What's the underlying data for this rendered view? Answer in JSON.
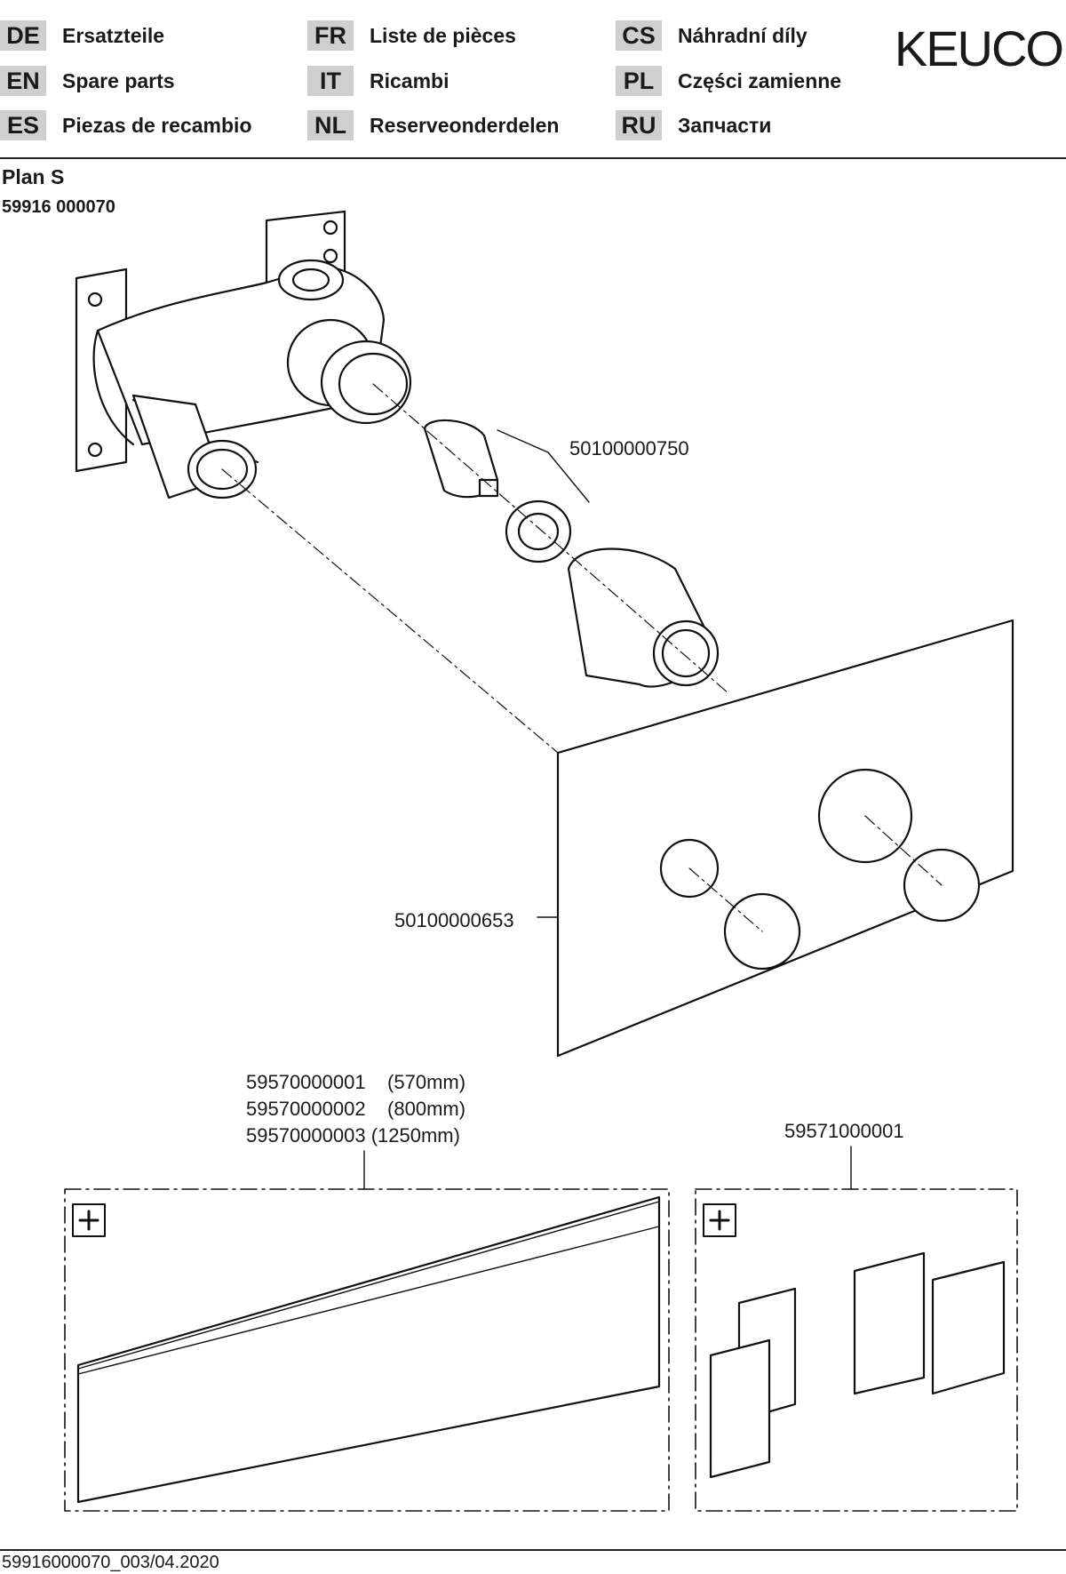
{
  "languages": [
    {
      "code": "DE",
      "name": "Ersatzteile"
    },
    {
      "code": "EN",
      "name": "Spare parts"
    },
    {
      "code": "ES",
      "name": "Piezas de recambio"
    },
    {
      "code": "FR",
      "name": "Liste de pièces"
    },
    {
      "code": "IT",
      "name": "Ricambi"
    },
    {
      "code": "NL",
      "name": "Reserveonderdelen"
    },
    {
      "code": "CS",
      "name": "Náhradní díly"
    },
    {
      "code": "PL",
      "name": "Części zamienne"
    },
    {
      "code": "RU",
      "name": "Запчасти"
    }
  ],
  "brand": "KEUCO",
  "product": {
    "title": "Plan S",
    "code": "59916 000070"
  },
  "parts": {
    "cartridge": "50100000750",
    "rosette_plate": "50100000653",
    "rail_lines": [
      "59570000001    (570mm)",
      "59570000002    (800mm)",
      "59570000003 (1250mm)"
    ],
    "bracket": "59571000001"
  },
  "footer": "59916000070_003/04.2020"
}
